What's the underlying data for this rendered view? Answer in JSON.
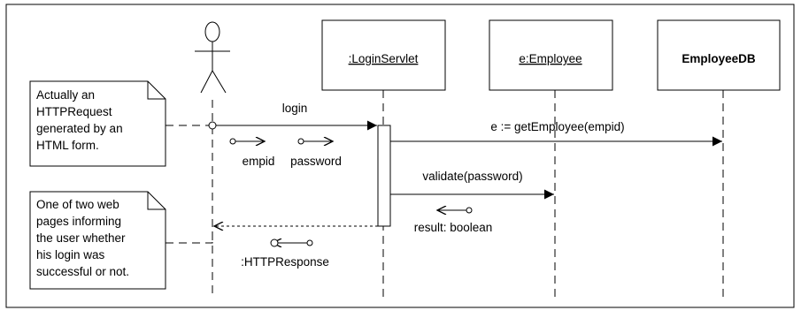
{
  "participants": {
    "servlet": ":LoginServlet",
    "employee": "e:Employee",
    "db": "EmployeeDB"
  },
  "messages": {
    "login": "login",
    "get_employee": "e := getEmployee(empid)",
    "validate": "validate(password)",
    "response": ":HTTPResponse"
  },
  "parameters": {
    "empid": "empid",
    "password": "password",
    "result": "result: boolean"
  },
  "notes": {
    "request_lines": [
      "Actually an",
      "HTTPRequest",
      "generated by an",
      "HTML form."
    ],
    "response_lines": [
      "One of two web",
      "pages informing",
      "the user whether",
      "his login was",
      "successful or not."
    ]
  }
}
